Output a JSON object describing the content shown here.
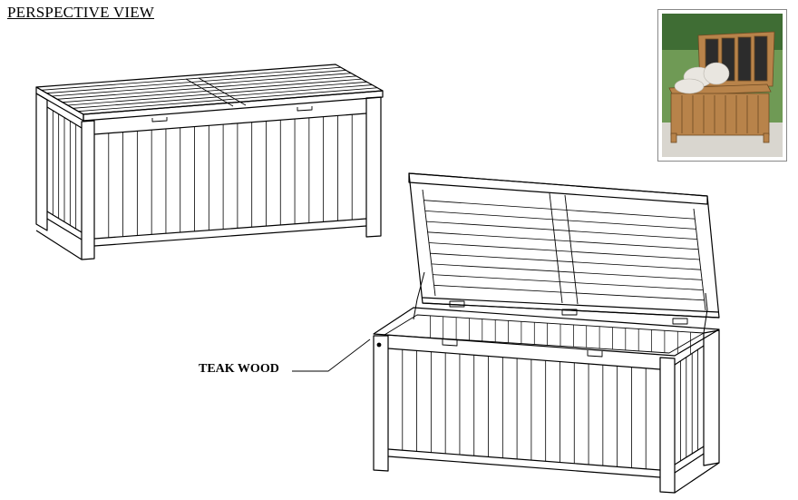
{
  "view_title": "PERSPECTIVE VIEW",
  "callout": {
    "label": "TEAK WOOD"
  },
  "figures": [
    {
      "name": "closed-storage-box",
      "state": "lid closed"
    },
    {
      "name": "open-storage-box",
      "state": "lid open"
    }
  ],
  "photo": {
    "subject": "teak storage bench with cushions",
    "bg_color": "#6f9a55",
    "wood_color": "#b8834a",
    "cushion_color": "#e9e6e0"
  },
  "colors": {
    "line": "#000000",
    "background": "#ffffff"
  }
}
